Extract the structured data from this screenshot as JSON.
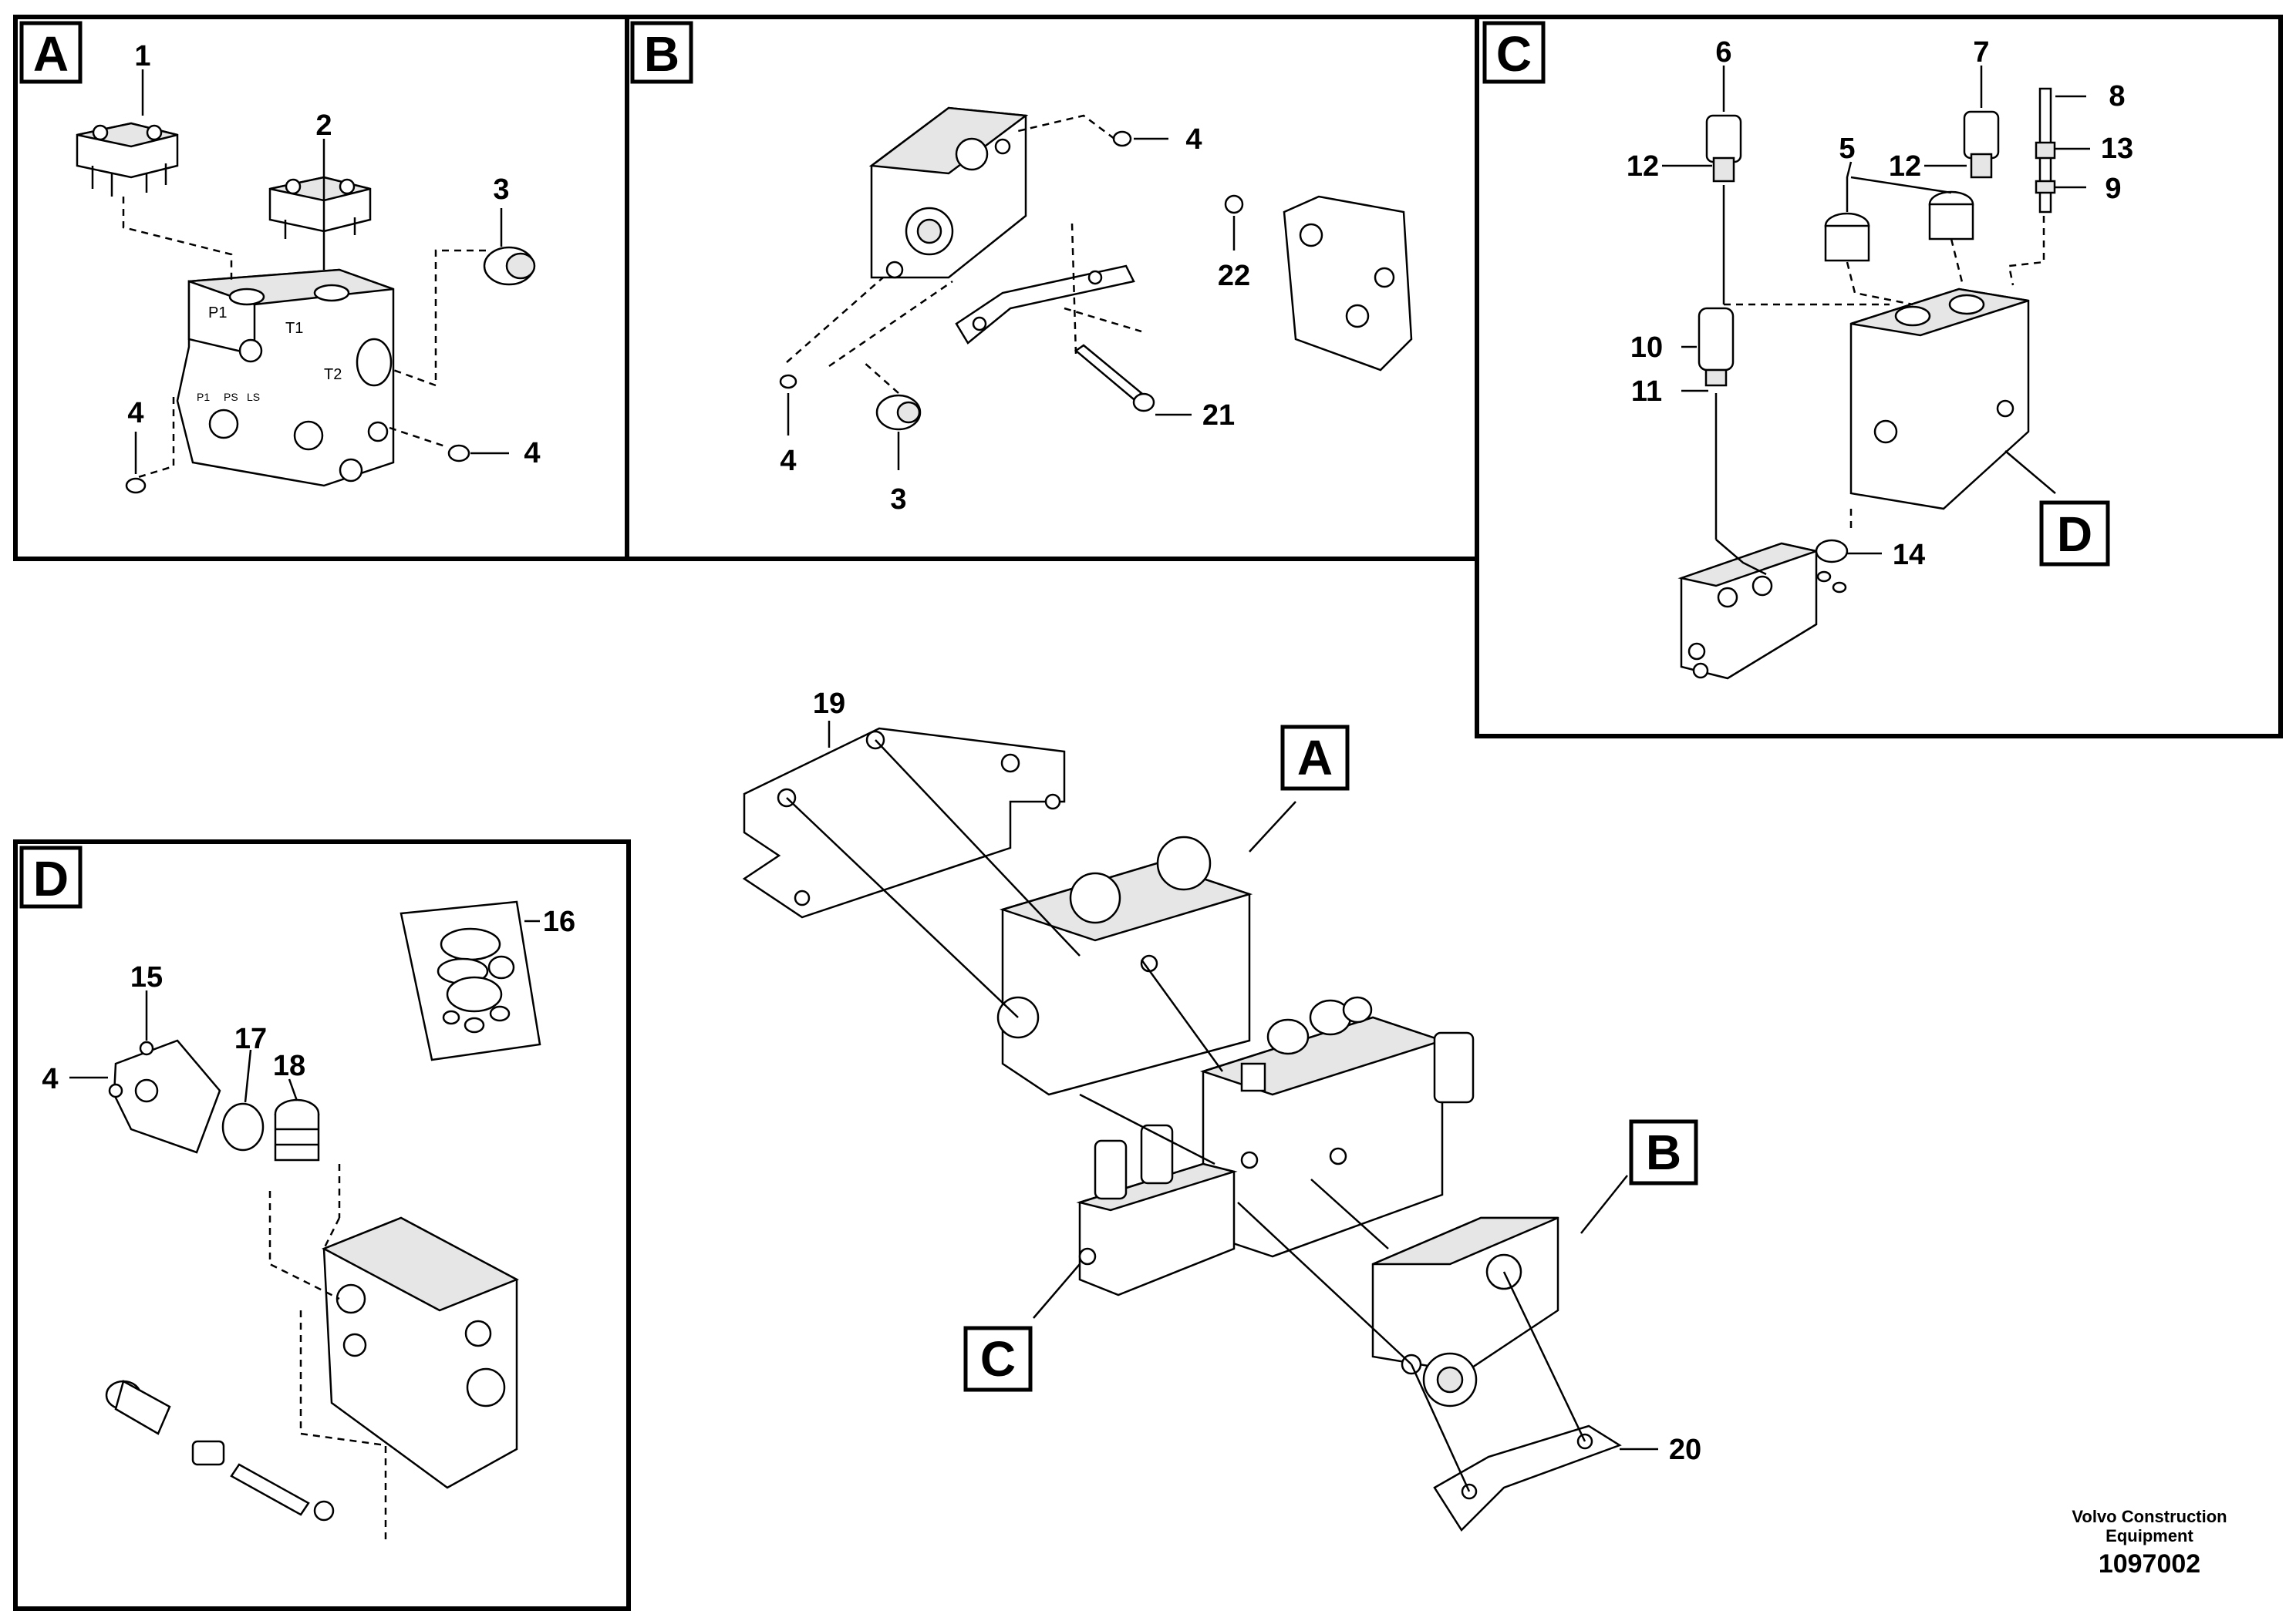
{
  "panels": [
    {
      "letter": "A"
    },
    {
      "letter": "B"
    },
    {
      "letter": "C"
    },
    {
      "letter": "D"
    }
  ],
  "panel_a_callouts": [
    "1",
    "2",
    "3",
    "4",
    "4"
  ],
  "panel_a_port_labels": [
    "P1",
    "T1",
    "T2",
    "P1",
    "PS",
    "LS"
  ],
  "panel_b_callouts": [
    "4",
    "22",
    "21",
    "4",
    "3"
  ],
  "panel_c_callouts": [
    "6",
    "7",
    "8",
    "12",
    "12",
    "13",
    "5",
    "9",
    "10",
    "11",
    "14"
  ],
  "panel_d_callouts": [
    "16",
    "15",
    "17",
    "18",
    "4"
  ],
  "main_callouts": [
    "19",
    "20"
  ],
  "main_pointer_letters": [
    "A",
    "B",
    "C",
    "D"
  ],
  "footer": {
    "company_line1": "Volvo Construction",
    "company_line2": "Equipment",
    "drawing_id": "1097002"
  }
}
